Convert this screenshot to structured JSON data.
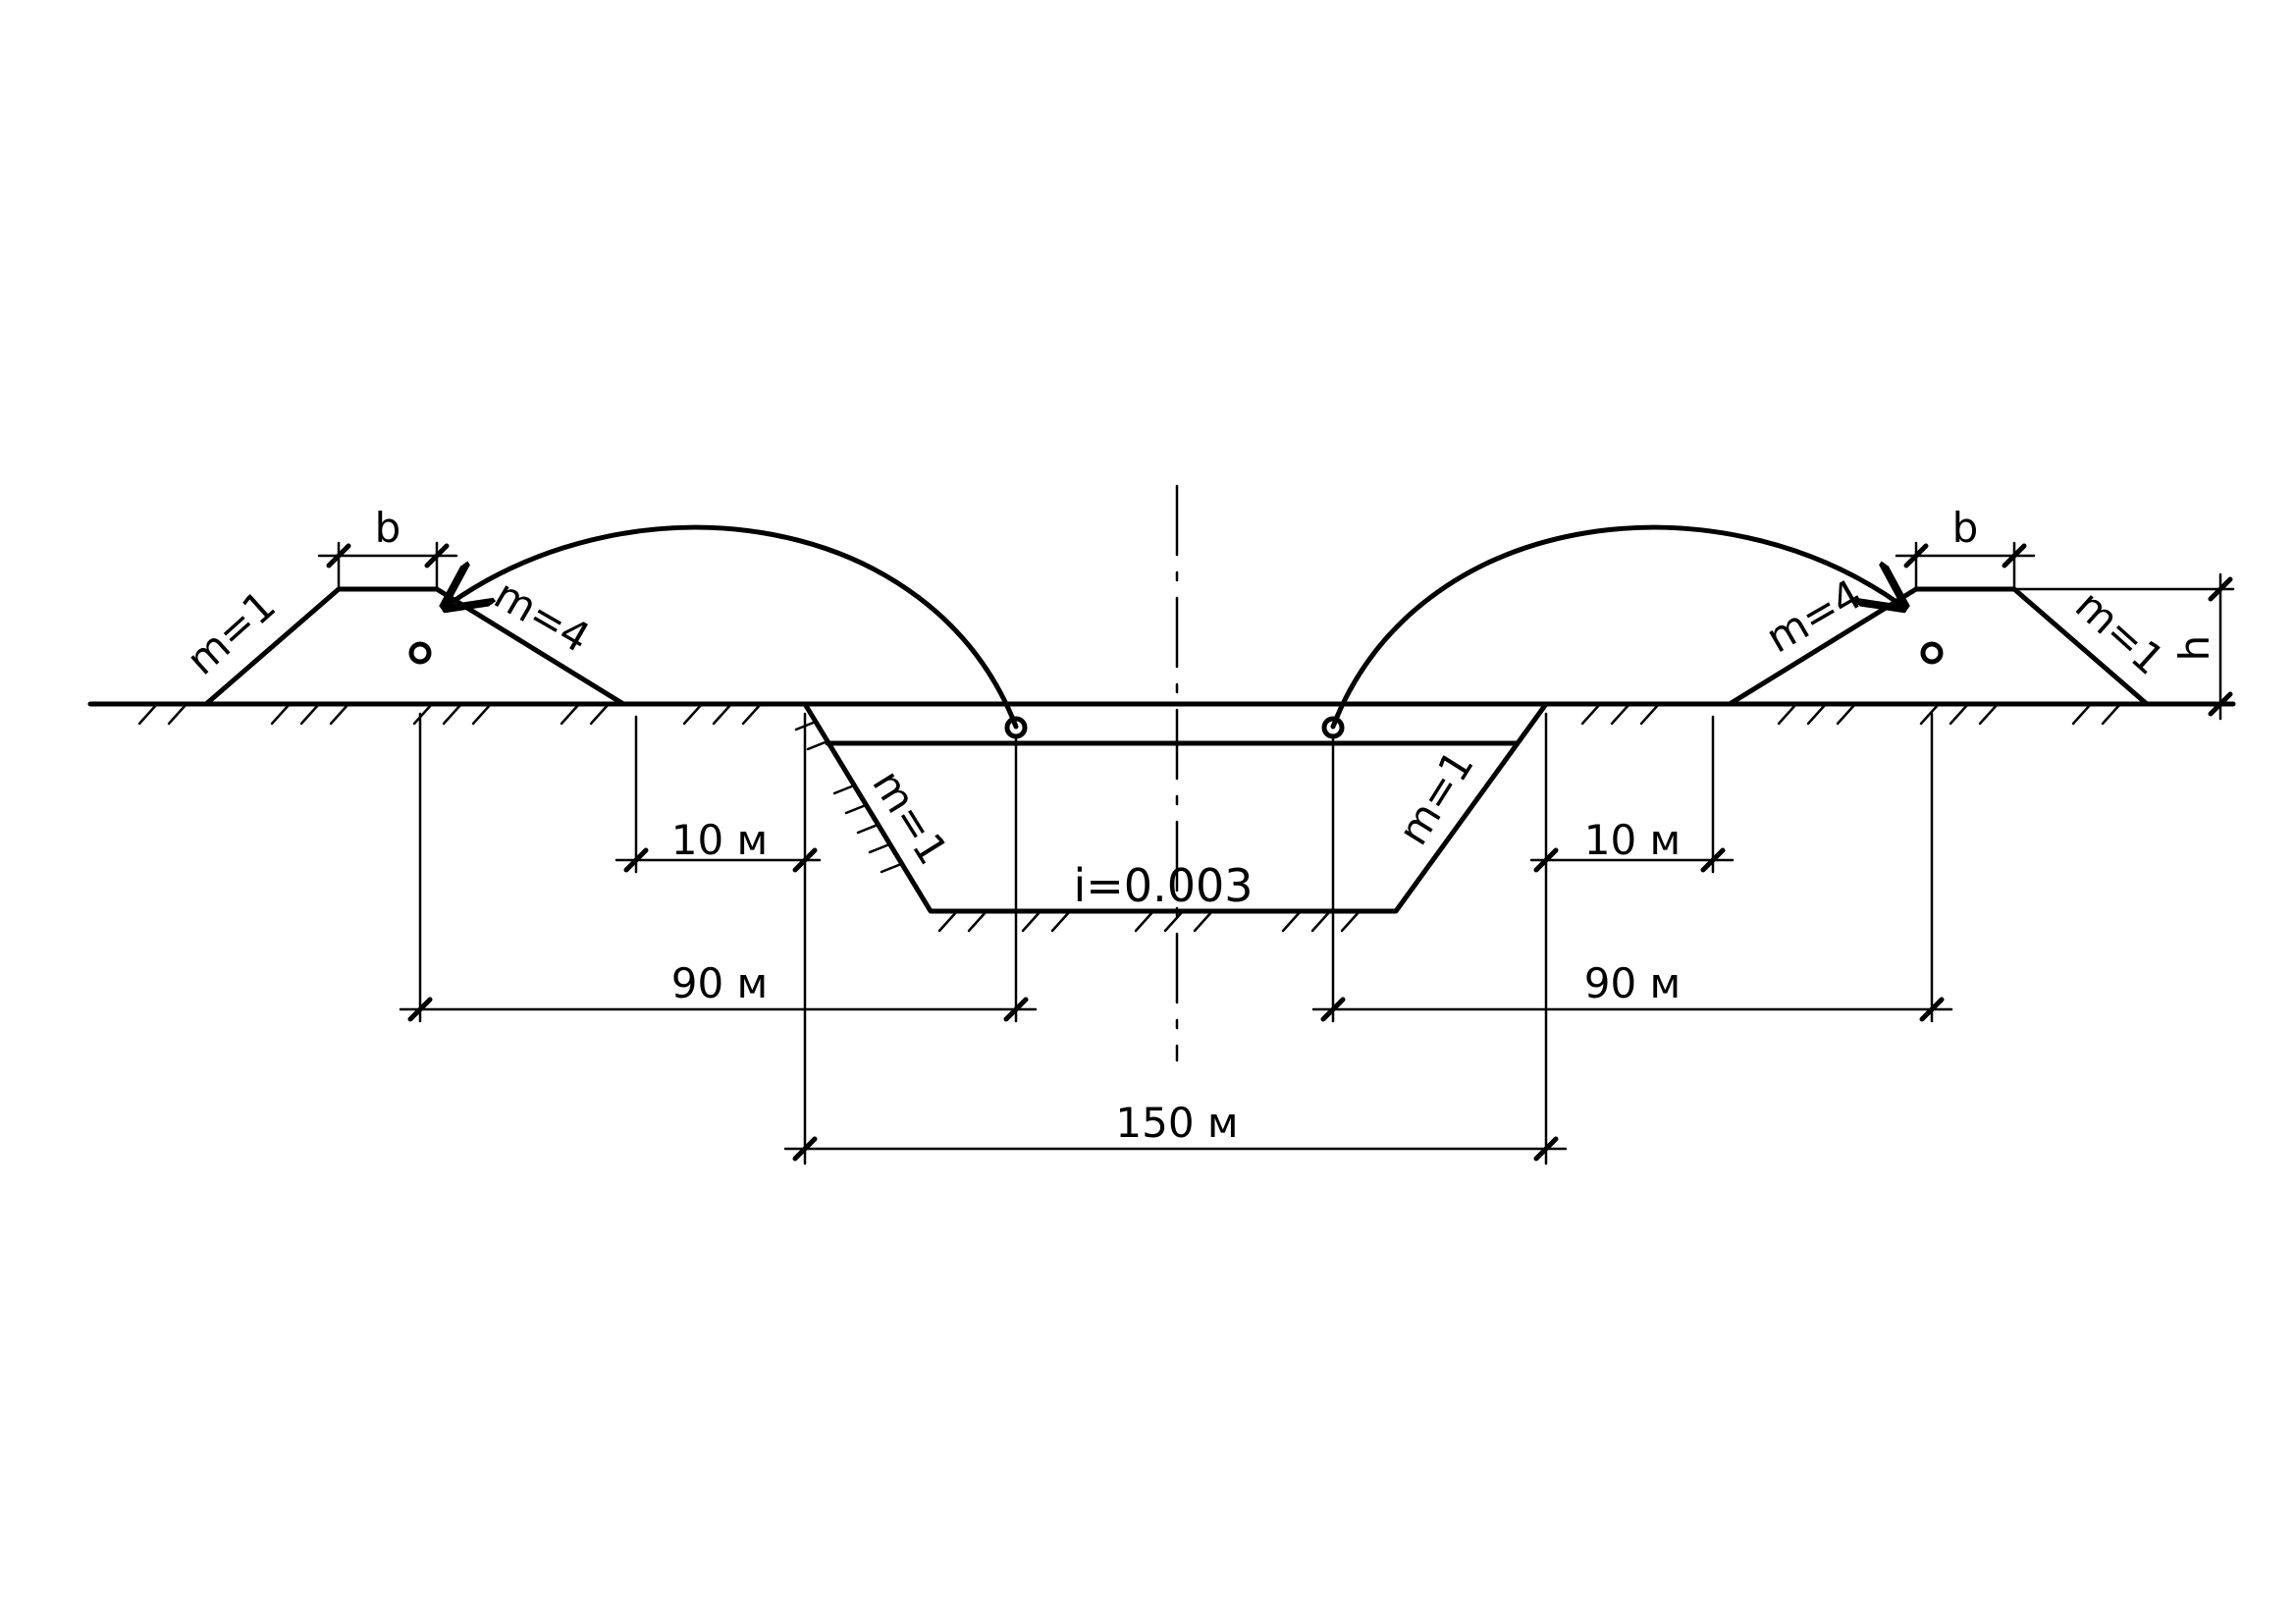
{
  "labels": {
    "b_left": "b",
    "b_right": "b",
    "h": "h",
    "slope_left_outer": "m=1",
    "slope_left_inner": "m=4",
    "slope_right_inner": "m=4",
    "slope_right_outer": "m=1",
    "channel_slope_left": "m=1",
    "channel_slope_right": "m=1",
    "bed_gradient": "i=0.003",
    "offset_left": "10 м",
    "offset_right": "10 м",
    "transport_left": "90 м",
    "transport_right": "90 м",
    "channel_width": "150 м"
  }
}
